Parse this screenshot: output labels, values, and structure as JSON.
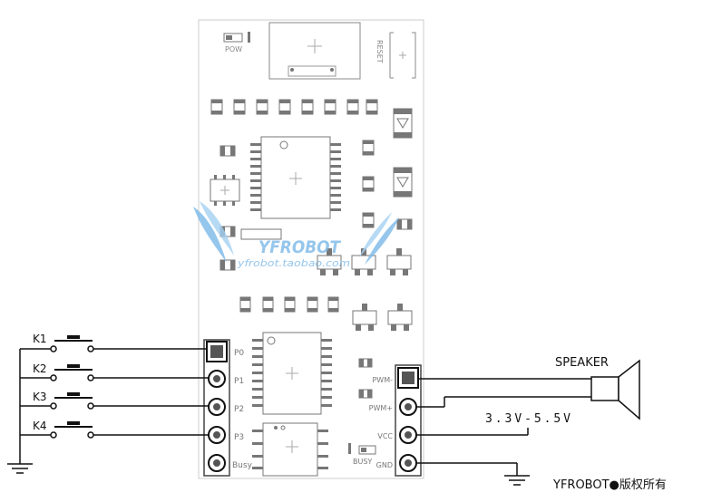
{
  "board": {
    "silkscreen": {
      "pow": "POW",
      "reset": "RESET",
      "pins_left": [
        "P0",
        "P1",
        "P2",
        "P3",
        "Busy"
      ],
      "pins_right": [
        "PWM-",
        "PWM+",
        "VCC",
        "GND"
      ],
      "busy_led": "BUSY"
    },
    "watermark": {
      "brand": "YFROBOT",
      "url": "yfrobot.taobao.com"
    }
  },
  "switches": [
    "K1",
    "K2",
    "K3",
    "K4"
  ],
  "speaker_label": "SPEAKER",
  "voltage_label": "3.3V-5.5V",
  "copyright": "YFROBOT●版权所有",
  "colors": {
    "line": "#111111",
    "pcb_outline": "#c8c8c8",
    "watermark": "#7bb8e8"
  }
}
